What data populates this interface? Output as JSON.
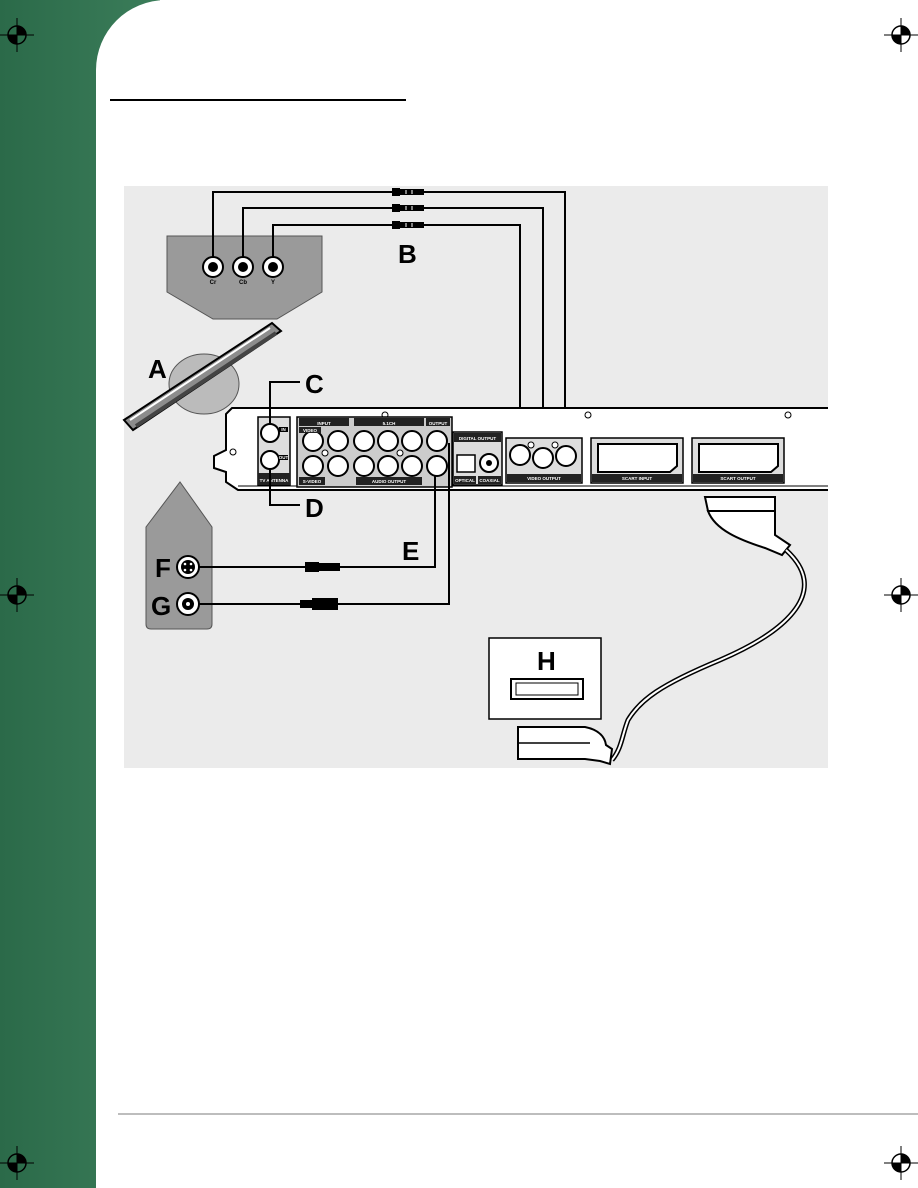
{
  "labels": {
    "a": "A",
    "b": "B",
    "c": "C",
    "d": "D",
    "e": "E",
    "f": "F",
    "g": "G",
    "h": "H"
  },
  "component_jacks": {
    "cr": "Cr",
    "cb": "Cb",
    "y": "Y"
  },
  "rear_panel": {
    "input_group": "INPUT",
    "video_label": "VIDEO",
    "svideo_label": "S-VIDEO",
    "ch51_label": "5.1CH",
    "audio_output": "AUDIO OUTPUT",
    "output_group": "OUTPUT",
    "digital_output": "DIGITAL OUTPUT",
    "optical": "OPTICAL",
    "coaxial": "COAXIAL",
    "video_output": "VIDEO OUTPUT",
    "scart_input": "SCART INPUT",
    "scart_output": "SCART OUTPUT",
    "tv_antenna": "TV  ANTENNA",
    "in_label": "IN",
    "out_label": "OUT"
  },
  "colors": {
    "side_tab": "#2f6f4f",
    "panel_bg": "#ebebeb",
    "device_gray": "#999999"
  }
}
